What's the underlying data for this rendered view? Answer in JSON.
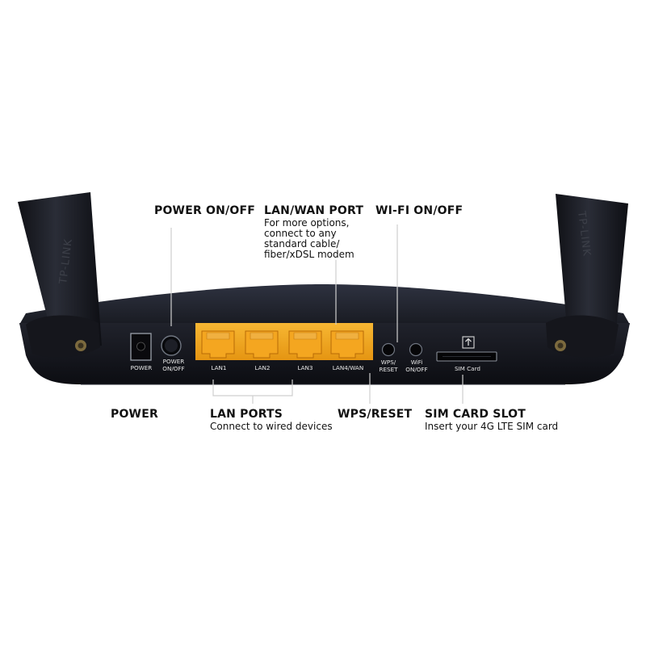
{
  "brand": "TP-LINK",
  "callouts": {
    "power_onoff": {
      "title": "POWER ON/OFF"
    },
    "lan_wan": {
      "title": "LAN/WAN PORT",
      "desc": [
        "For more options,",
        "connect to any",
        "standard cable/",
        "fiber/xDSL modem"
      ]
    },
    "wifi_onoff": {
      "title": "WI-FI ON/OFF"
    },
    "power": {
      "title": "POWER"
    },
    "lan_ports": {
      "title": "LAN PORTS",
      "desc": "Connect to wired devices"
    },
    "wps_reset": {
      "title": "WPS/RESET"
    },
    "sim_slot": {
      "title": "SIM CARD SLOT",
      "desc": "Insert your 4G LTE SIM card"
    }
  },
  "ports": {
    "power": "POWER",
    "power_onoff": [
      "POWER",
      "ON/OFF"
    ],
    "lan1": "LAN1",
    "lan2": "LAN2",
    "lan3": "LAN3",
    "lan4wan": "LAN4/WAN",
    "wps_reset": [
      "WPS/",
      "RESET"
    ],
    "wifi_onoff": [
      "WiFi",
      "ON/OFF"
    ],
    "sim_card": "SIM Card"
  },
  "icons": {
    "sim_icon": "upload-arrow-icon"
  },
  "colors": {
    "body": "#16171f",
    "port_amber": "#f2a71d",
    "label": "#e8e8e8"
  }
}
